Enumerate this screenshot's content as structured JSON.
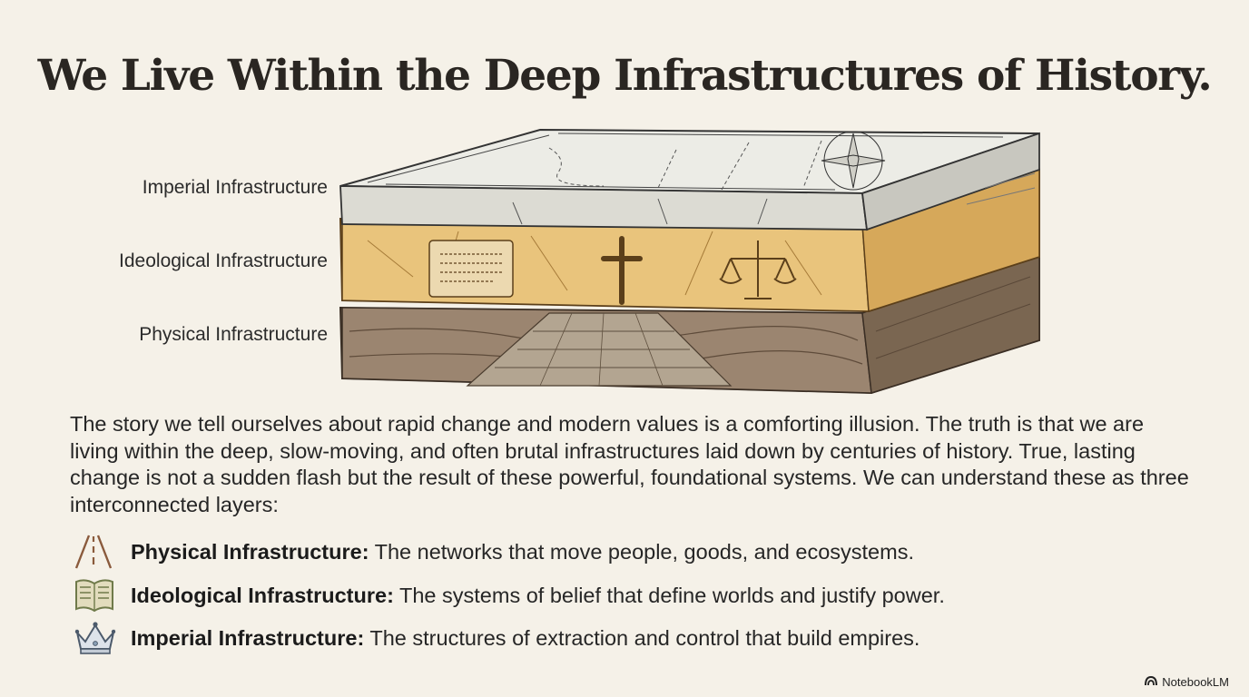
{
  "title": "We Live Within the Deep Infrastructures of History.",
  "layers": [
    {
      "label": "Imperial Infrastructure"
    },
    {
      "label": "Ideological Infrastructure"
    },
    {
      "label": "Physical Infrastructure"
    }
  ],
  "intro": "The story we tell ourselves about rapid change and modern values is a comforting illusion. The truth is that we are living within the deep, slow-moving, and often brutal infrastructures laid down by centuries of history. True, lasting change is not a sudden flash but the result of these powerful, foundational systems. We can understand these as three interconnected layers:",
  "bullets": [
    {
      "term": "Physical Infrastructure",
      "sep": ":",
      "desc": " The networks that move people, goods, and ecosystems.",
      "icon": "road-icon"
    },
    {
      "term": "Ideological Infrastructure",
      "sep": ":",
      "desc": " The systems of belief that define worlds and justify power.",
      "icon": "book-icon"
    },
    {
      "term": "Imperial Infrastructure",
      "sep": ":",
      "desc": " The structures of extraction and control that build empires.",
      "icon": "crown-icon"
    }
  ],
  "brand": {
    "name": "NotebookLM"
  },
  "colors": {
    "background": "#f5f1e8",
    "stone": "#e4e3dc",
    "amber": "#e3b86c",
    "earth": "#8c7660",
    "ink": "#2a2622"
  }
}
